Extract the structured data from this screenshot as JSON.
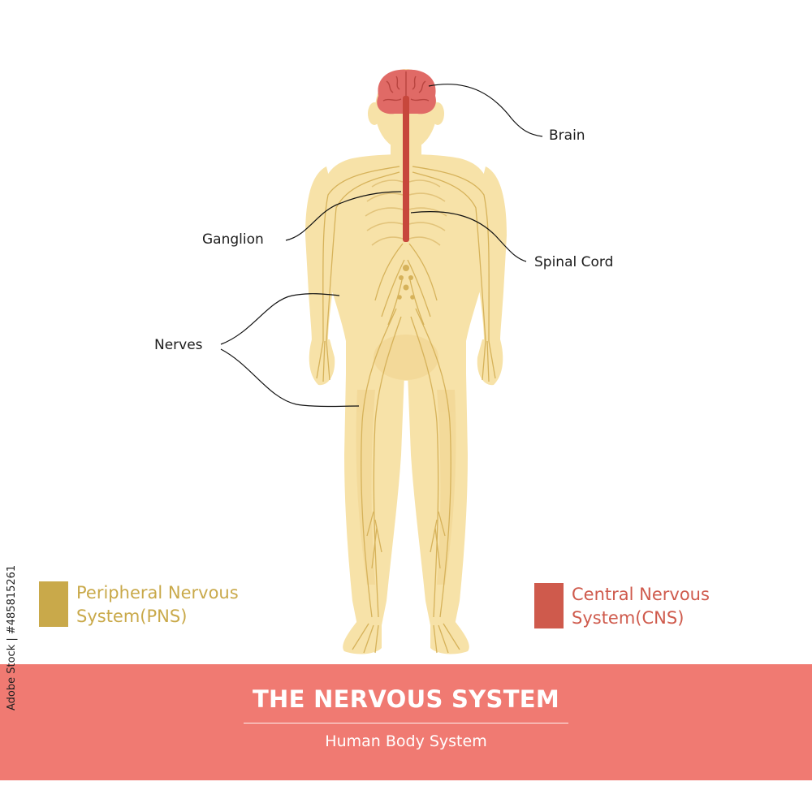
{
  "labels": {
    "brain": "Brain",
    "spinal_cord": "Spinal Cord",
    "ganglion": "Ganglion",
    "nerves": "Nerves"
  },
  "legend": {
    "pns": {
      "line1": "Peripheral Nervous",
      "line2": "System(PNS)",
      "color": "#c9a94a"
    },
    "cns": {
      "line1": "Central Nervous",
      "line2": "System(CNS)",
      "color": "#cf5a4c"
    }
  },
  "banner": {
    "title": "THE NERVOUS SYSTEM",
    "subtitle": "Human Body System",
    "color": "#f07a72"
  },
  "colors": {
    "body": "#f7e2a8",
    "body_shade": "#f0d38e",
    "nerve": "#d6b25a",
    "brain": "#e06a66",
    "cord": "#c7473c",
    "leader_line": "#111111"
  },
  "stock_id": "Adobe Stock | #485815261"
}
